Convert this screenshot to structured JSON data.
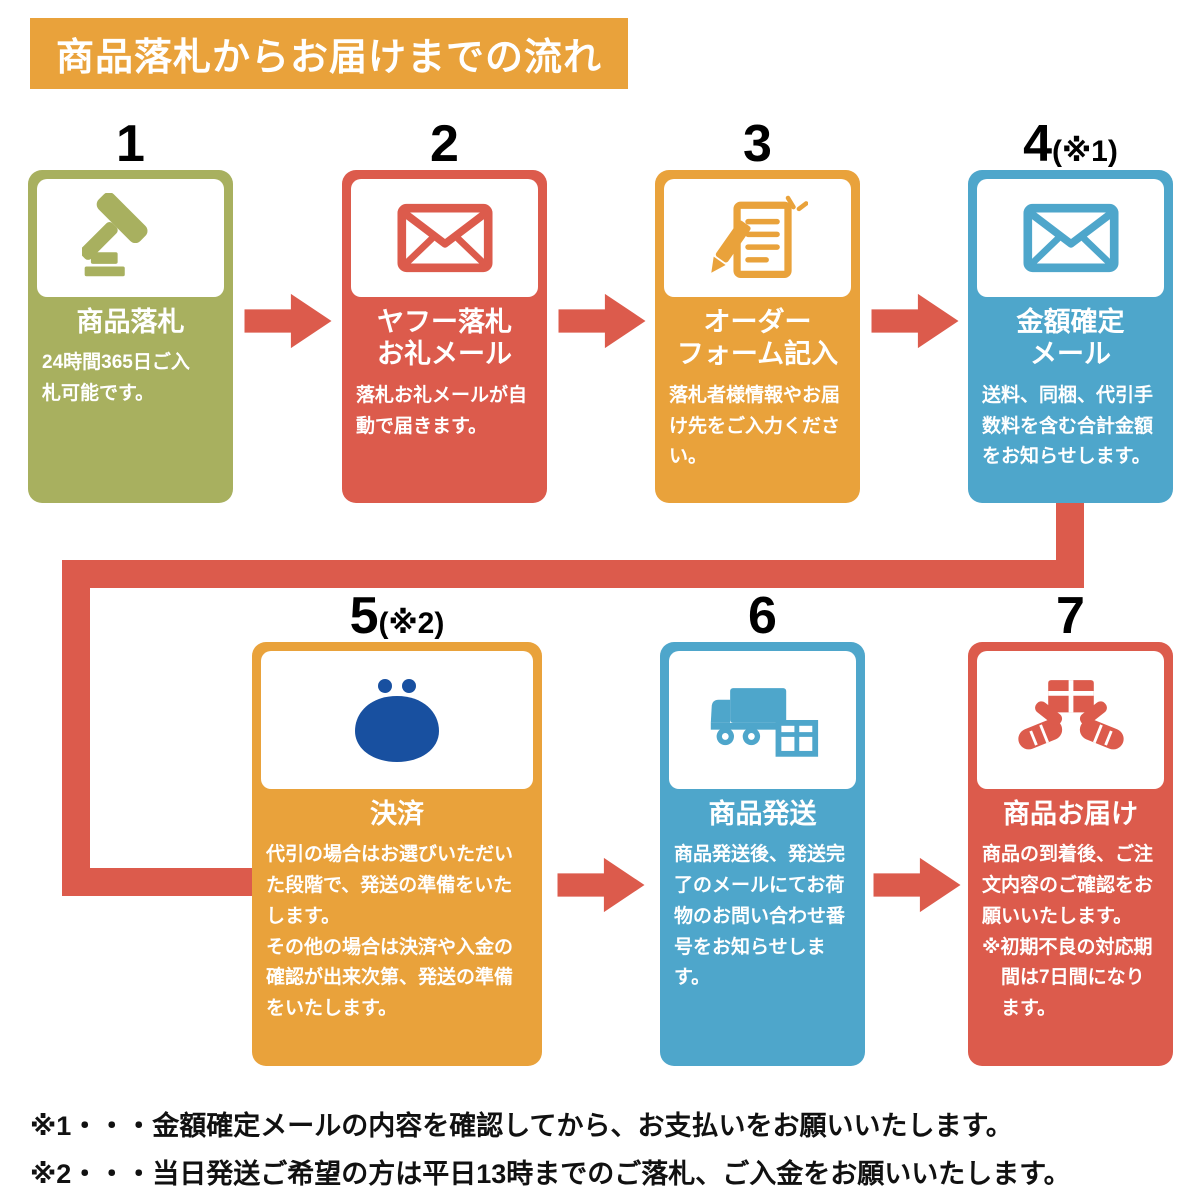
{
  "page": {
    "title": "商品落札からお届けまでの流れ",
    "notes": [
      "※1・・・金額確定メールの内容を確認してから、お支払いをお願いいたします。",
      "※2・・・当日発送ご希望の方は平日13時までのご落札、ご入金をお願いいたします。"
    ]
  },
  "colors": {
    "header_orange": "#E9A23B",
    "card_olive": "#A8B05F",
    "card_red": "#DC5B4C",
    "card_orange": "#E9A23B",
    "card_blue": "#4EA6CB",
    "purse_blue": "#1850A0",
    "arrow_red": "#DC5B4C",
    "text_white": "#ffffff",
    "text_black": "#111111"
  },
  "steps": [
    {
      "number": "1",
      "suffix": "",
      "color": "olive",
      "icon": "gavel-icon",
      "title": "商品落札",
      "body": "24時間365日ご入\n札可能です。"
    },
    {
      "number": "2",
      "suffix": "",
      "color": "red",
      "icon": "envelope-icon",
      "title": "ヤフー落札\nお礼メール",
      "body": "落札お礼メールが自\n動で届きます。"
    },
    {
      "number": "3",
      "suffix": "",
      "color": "orange",
      "icon": "order-form-icon",
      "title": "オーダー\nフォーム記入",
      "body": "落札者様情報やお届\nけ先をご入力くださ\nい。"
    },
    {
      "number": "4",
      "suffix": "(※1)",
      "color": "blue",
      "icon": "envelope-icon",
      "title": "金額確定\nメール",
      "body": "送料、同梱、代引手\n数料を含む合計金額\nをお知らせします。"
    },
    {
      "number": "5",
      "suffix": "(※2)",
      "color": "orange",
      "icon": "coin-purse-icon",
      "title": "決済",
      "body": "代引の場合はお選びいただい\nた段階で、発送の準備をいた\nします。\nその他の場合は決済や入金の\n確認が出来次第、発送の準備\nをいたします。"
    },
    {
      "number": "6",
      "suffix": "",
      "color": "blue",
      "icon": "truck-box-icon",
      "title": "商品発送",
      "body": "商品発送後、発送完\n了のメールにてお荷\n物のお問い合わせ番\n号をお知らせします。"
    },
    {
      "number": "7",
      "suffix": "",
      "color": "red",
      "icon": "delivery-hands-icon",
      "title": "商品お届け",
      "body": "商品の到着後、ご注\n文内容のご確認をお\n願いいたします。\n※初期不良の対応期\n　間は7日間になり\n　ます。"
    }
  ]
}
